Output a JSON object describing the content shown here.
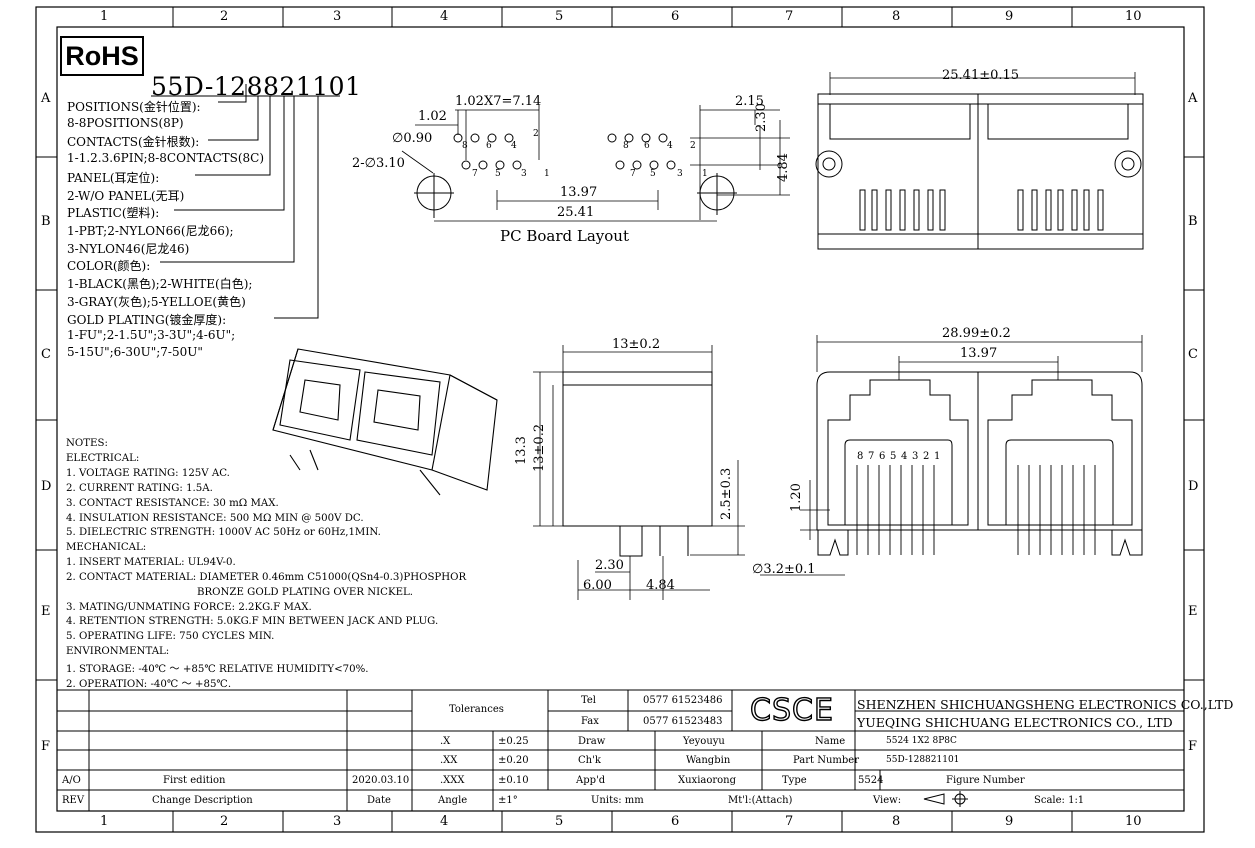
{
  "border": {
    "columns": [
      "1",
      "2",
      "3",
      "4",
      "5",
      "6",
      "7",
      "8",
      "9",
      "10"
    ],
    "rows": [
      "A",
      "B",
      "C",
      "D",
      "E",
      "F"
    ]
  },
  "rohs": "RoHS",
  "part_code": "55D-128821101",
  "config_lines": [
    "POSITIONS(金针位置):",
    "8-8POSITIONS(8P)",
    "CONTACTS(金针根数):",
    "1-1.2.3.6PIN;8-8CONTACTS(8C)",
    "PANEL(耳定位):",
    "2-W/O PANEL(无耳)",
    "PLASTIC(塑料):",
    "1-PBT;2-NYLON66(尼龙66);",
    "3-NYLON46(尼龙46)",
    "COLOR(颜色):",
    "1-BLACK(黑色);2-WHITE(白色);",
    "3-GRAY(灰色);5-YELLOE(黄色)",
    "GOLD PLATING(镀金厚度):",
    "1-FU\";2-1.5U\";3-3U\";4-6U\";",
    "5-15U\";6-30U\";7-50U\""
  ],
  "notes": [
    "NOTES:",
    "ELECTRICAL:",
    "1. VOLTAGE RATING: 125V AC.",
    "2. CURRENT RATING: 1.5A.",
    "3. CONTACT RESISTANCE: 30 mΩ MAX.",
    "4. INSULATION RESISTANCE: 500 MΩ MIN @ 500V DC.",
    "5. DIELECTRIC STRENGTH: 1000V AC 50Hz or 60Hz,1MIN.",
    "MECHANICAL:",
    "1. INSERT MATERIAL: UL94V-0.",
    "2. CONTACT MATERIAL: DIAMETER 0.46mm C51000(QSn4-0.3)PHOSPHOR",
    "BRONZE GOLD PLATING OVER NICKEL.",
    "3. MATING/UNMATING FORCE: 2.2KG.F MAX.",
    "4. RETENTION STRENGTH: 5.0KG.F MIN BETWEEN JACK AND PLUG.",
    "5. OPERATING LIFE: 750 CYCLES MIN.",
    "ENVIRONMENTAL:",
    "1. STORAGE: -40℃ ～ +85℃ RELATIVE HUMIDITY<70%.",
    "2. OPERATION: -40℃ ～ +85℃."
  ],
  "pcb": {
    "title": "PC Board Layout",
    "dims": [
      "1.02",
      "1.02X7=7.14",
      "2.15",
      "∅0.90",
      "2-∅3.10",
      "2.30",
      "4.84",
      "13.97",
      "25.41"
    ],
    "pin_numbers": [
      "8",
      "6",
      "4",
      "2",
      "7",
      "5",
      "3",
      "1"
    ]
  },
  "top_view": {
    "width": "25.41±0.15"
  },
  "front_view": {
    "width": "28.99±0.2",
    "pitch": "13.97",
    "pin_h": "1.20",
    "hole": "∅3.2±0.1",
    "pins": [
      "8",
      "7",
      "6",
      "5",
      "4",
      "3",
      "2",
      "1"
    ]
  },
  "side_view": {
    "width": "13±0.2",
    "height_a": "13.3",
    "height_b": "13±0.2",
    "pin_len": "2.5±0.3",
    "off_a": "2.30",
    "off_b": "6.00",
    "off_c": "4.84"
  },
  "title_block": {
    "tolerances_label": "Tolerances",
    "tol_rows": [
      {
        "k": ".X",
        "v": "±0.25"
      },
      {
        "k": ".XX",
        "v": "±0.20"
      },
      {
        "k": ".XXX",
        "v": "±0.10"
      },
      {
        "k": "Angle",
        "v": "±1°"
      }
    ],
    "tel_label": "Tel",
    "tel": "0577 61523486",
    "fax_label": "Fax",
    "fax": "0577 61523483",
    "logo": "CSCE",
    "company_1": "SHENZHEN SHICHUANGSHENG ELECTRONICS CO.,LTD",
    "company_2": "YUEQING SHICHUANG ELECTRONICS CO., LTD",
    "draw_label": "Draw",
    "draw": "Yeyouyu",
    "check_label": "Ch'k",
    "check": "Wangbin",
    "appd_label": "App'd",
    "appd": "Xuxiaorong",
    "name_label": "Name",
    "name": "5524 1X2 8P8C",
    "part_label": "Part Number",
    "part": "55D-128821101",
    "type_label": "Type",
    "type": "5524",
    "figure_label": "Figure Number",
    "units": "Units: mm",
    "material": "Mt'l:(Attach)",
    "view_label": "View:",
    "scale": "Scale: 1:1",
    "rev_code": "A/O",
    "rev_desc": "First edition",
    "rev_date": "2020.03.10",
    "rev_label": "REV",
    "change_label": "Change Description",
    "date_label": "Date"
  }
}
